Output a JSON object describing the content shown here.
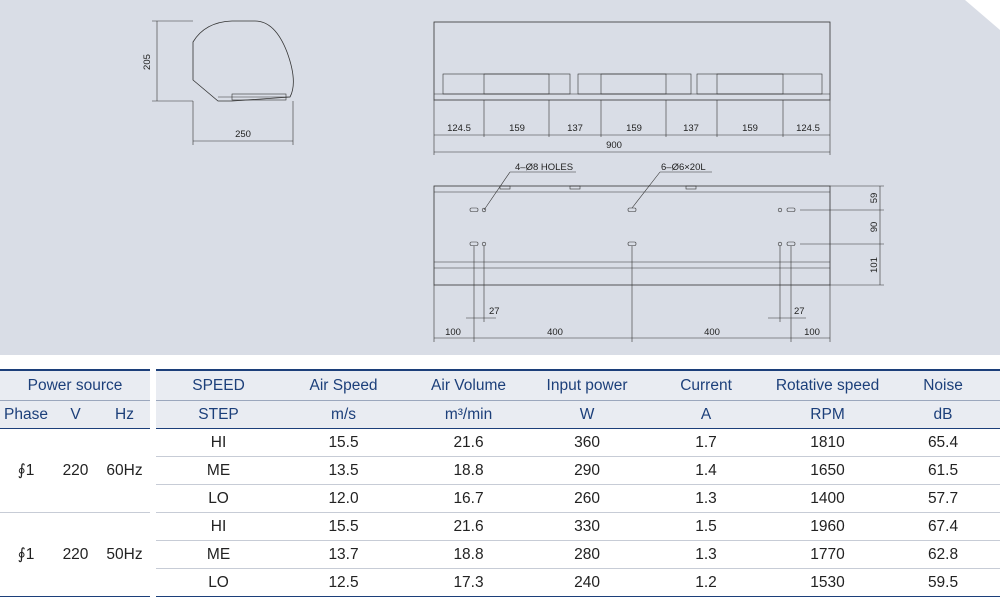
{
  "drawing": {
    "side_height": "205",
    "side_width": "250",
    "front_dims": [
      "124.5",
      "159",
      "137",
      "159",
      "137",
      "159",
      "124.5"
    ],
    "front_total": "900",
    "holes_label": "4–Ø8 HOLES",
    "slots_label": "6–Ø6×20L",
    "back_right_dims": [
      "59",
      "90",
      "101"
    ],
    "back_left_small": "27",
    "back_right_small": "27",
    "back_bottom_dims": [
      "100",
      "400",
      "400",
      "100"
    ]
  },
  "table": {
    "header_group": {
      "power_source": "Power source",
      "speed": "SPEED",
      "air_speed": "Air Speed",
      "air_volume": "Air Volume",
      "input_power": "Input power",
      "current": "Current",
      "rotative_speed": "Rotative speed",
      "noise": "Noise"
    },
    "header_units": {
      "phase": "Phase",
      "v": "V",
      "hz": "Hz",
      "step": "STEP",
      "ms": "m/s",
      "m3min": "m³/min",
      "w": "W",
      "a": "A",
      "rpm": "RPM",
      "db": "dB"
    },
    "groups": [
      {
        "phase": "∮1",
        "v": "220",
        "hz": "60Hz",
        "rows": [
          {
            "step": "HI",
            "air_speed": "15.5",
            "air_volume": "21.6",
            "power": "360",
            "current": "1.7",
            "rpm": "1810",
            "noise": "65.4"
          },
          {
            "step": "ME",
            "air_speed": "13.5",
            "air_volume": "18.8",
            "power": "290",
            "current": "1.4",
            "rpm": "1650",
            "noise": "61.5"
          },
          {
            "step": "LO",
            "air_speed": "12.0",
            "air_volume": "16.7",
            "power": "260",
            "current": "1.3",
            "rpm": "1400",
            "noise": "57.7"
          }
        ]
      },
      {
        "phase": "∮1",
        "v": "220",
        "hz": "50Hz",
        "rows": [
          {
            "step": "HI",
            "air_speed": "15.5",
            "air_volume": "21.6",
            "power": "330",
            "current": "1.5",
            "rpm": "1960",
            "noise": "67.4"
          },
          {
            "step": "ME",
            "air_speed": "13.7",
            "air_volume": "18.8",
            "power": "280",
            "current": "1.3",
            "rpm": "1770",
            "noise": "62.8"
          },
          {
            "step": "LO",
            "air_speed": "12.5",
            "air_volume": "17.3",
            "power": "240",
            "current": "1.2",
            "rpm": "1530",
            "noise": "59.5"
          }
        ]
      }
    ]
  }
}
